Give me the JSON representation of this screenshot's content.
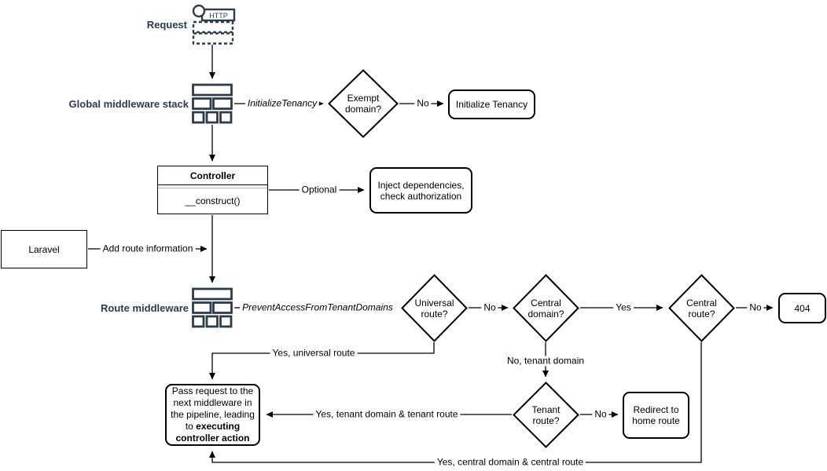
{
  "diagram_title": "Laravel tenancy request lifecycle flowchart",
  "colors": {
    "accent": "#2d3b4e",
    "line": "#000000",
    "background": "#ffffff"
  },
  "nodes": {
    "request": "Request",
    "http": "HTTP",
    "global_middleware_stack": "Global middleware stack",
    "exempt_domain": "Exempt domain?",
    "initialize_tenancy": "Initialize Tenancy",
    "controller": "Controller",
    "construct": "__construct()",
    "inject_dependencies": "Inject dependencies, check authorization",
    "laravel": "Laravel",
    "route_middleware": "Route middleware",
    "universal_route": "Universal route?",
    "central_domain": "Central domain?",
    "central_route": "Central route?",
    "not_found": "404",
    "tenant_route": "Tenant route?",
    "redirect_home": "Redirect to home route",
    "pass_request_text": "Pass request to the next middleware in the pipeline, leading to ",
    "pass_request_bold": "executing controller action"
  },
  "edges": {
    "initialize_tenancy": "InitializeTenancy",
    "exempt_no": "No",
    "optional": "Optional",
    "add_route_info": "Add route information",
    "prevent_access": "PreventAccessFromTenantDomains",
    "universal_no": "No",
    "central_domain_yes": "Yes",
    "central_route_no": "No",
    "universal_yes": "Yes, universal route",
    "tenant_domain_no": "No, tenant domain",
    "tenant_route_no": "No",
    "tenant_yes": "Yes, tenant domain & tenant route",
    "central_yes": "Yes, central domain & central route"
  }
}
